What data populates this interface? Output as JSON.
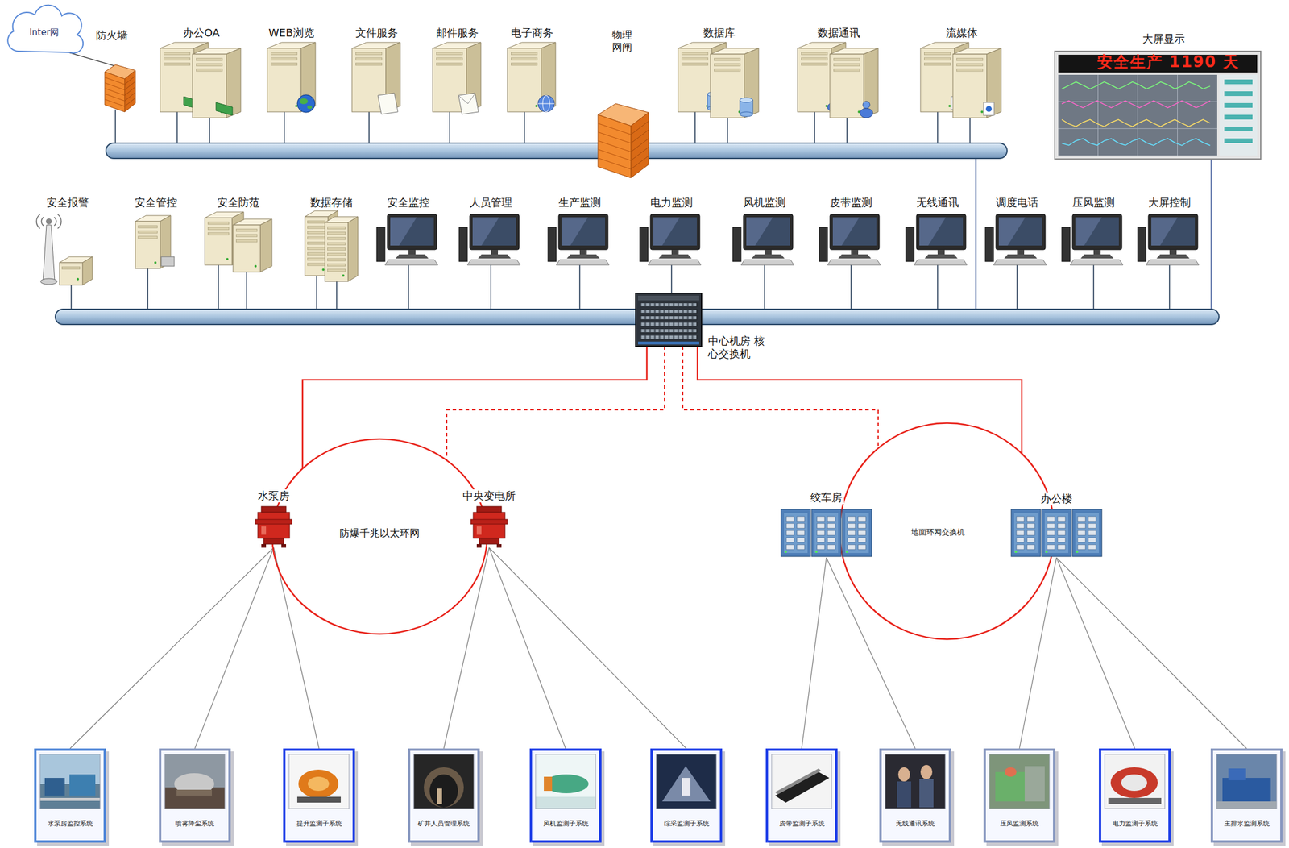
{
  "diagram": {
    "nodes": [
      {
        "text": [
          "Inter网"
        ]
      },
      {
        "text": [
          "防火墙"
        ]
      },
      {
        "text": [
          "办公OA"
        ]
      },
      {
        "text": [
          "WEB浏览"
        ]
      },
      {
        "text": [
          "文件服务"
        ]
      },
      {
        "text": [
          "邮件服务"
        ]
      },
      {
        "text": [
          "电子商务"
        ]
      },
      {
        "text": [
          "物理 网闸"
        ]
      },
      {
        "text": [
          "数据库"
        ]
      },
      {
        "text": [
          "数据通讯"
        ]
      },
      {
        "text": [
          "流媒体"
        ]
      },
      {
        "text": [
          "大屏显示",
          "安全生产 1190 天"
        ]
      },
      {
        "text": [
          "安全报警"
        ]
      },
      {
        "text": [
          "安全管控"
        ]
      },
      {
        "text": [
          "安全防范"
        ]
      },
      {
        "text": [
          "数据存储"
        ]
      },
      {
        "text": [
          "安全监控"
        ]
      },
      {
        "text": [
          "人员管理"
        ]
      },
      {
        "text": [
          "生产监测"
        ]
      },
      {
        "text": [
          "电力监测"
        ]
      },
      {
        "text": [
          "风机监测"
        ]
      },
      {
        "text": [
          "皮带监测"
        ]
      },
      {
        "text": [
          "无线通讯"
        ]
      },
      {
        "text": [
          "调度电话"
        ]
      },
      {
        "text": [
          "压风监测"
        ]
      },
      {
        "text": [
          "大屏控制"
        ]
      },
      {
        "text": [
          "中心机房 核心交换机"
        ]
      },
      {
        "text": [
          "防爆千兆以太环网"
        ]
      },
      {
        "text": [
          "水泵房"
        ]
      },
      {
        "text": [
          "中央变电所"
        ]
      },
      {
        "text": [
          "地面环网交换机"
        ]
      },
      {
        "text": [
          "绞车房"
        ]
      },
      {
        "text": [
          "办公楼"
        ]
      },
      {
        "text": [
          "水泵房监控系统"
        ]
      },
      {
        "text": [
          "喷雾降尘系统"
        ]
      },
      {
        "text": [
          "提升监测子系统"
        ]
      },
      {
        "text": [
          "矿井人员管理系统"
        ]
      },
      {
        "text": [
          "风机监测子系统"
        ]
      },
      {
        "text": [
          "综采监测子系统"
        ]
      },
      {
        "text": [
          "皮带监测子系统"
        ]
      },
      {
        "text": [
          "无线通讯系统"
        ]
      },
      {
        "text": [
          "压风监测系统"
        ]
      },
      {
        "text": [
          "电力监测子系统"
        ]
      },
      {
        "text": [
          "主排水监测系统"
        ]
      }
    ],
    "edges": [
      {
        "from": 0,
        "to": 1,
        "arrow": "none"
      },
      {
        "from": 26,
        "to": 27,
        "arrow": "none"
      },
      {
        "from": 26,
        "to": 27,
        "arrow": "none"
      },
      {
        "from": 26,
        "to": 30,
        "arrow": "none"
      },
      {
        "from": 26,
        "to": 30,
        "arrow": "none"
      },
      {
        "from": 28,
        "to": 33,
        "arrow": "none"
      },
      {
        "from": 28,
        "to": 34,
        "arrow": "none"
      },
      {
        "from": 28,
        "to": 35,
        "arrow": "none"
      },
      {
        "from": 29,
        "to": 36,
        "arrow": "none"
      },
      {
        "from": 29,
        "to": 37,
        "arrow": "none"
      },
      {
        "from": 29,
        "to": 38,
        "arrow": "none"
      },
      {
        "from": 31,
        "to": 39,
        "arrow": "none"
      },
      {
        "from": 31,
        "to": 40,
        "arrow": "none"
      },
      {
        "from": 32,
        "to": 41,
        "arrow": "none"
      },
      {
        "from": 32,
        "to": 42,
        "arrow": "none"
      },
      {
        "from": 32,
        "to": 43,
        "arrow": "none"
      }
    ]
  }
}
